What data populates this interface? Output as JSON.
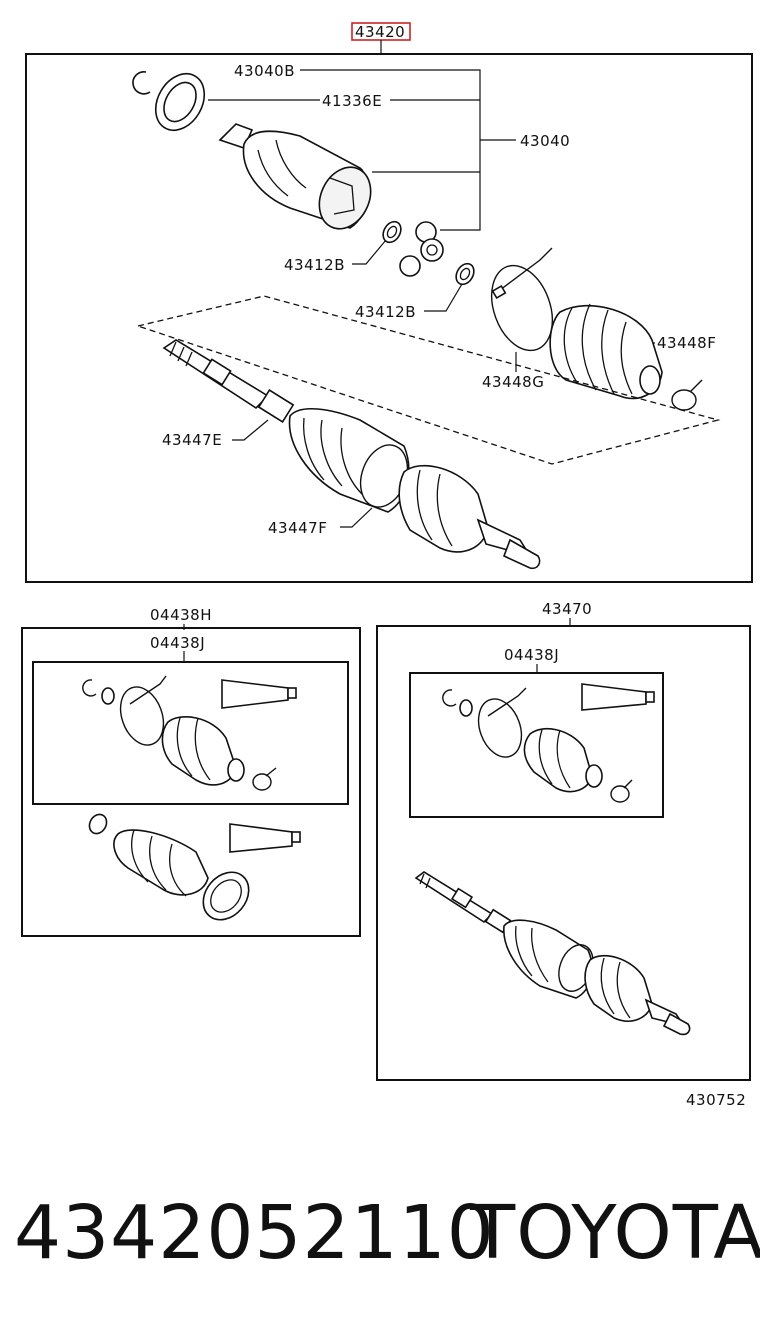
{
  "assembly": {
    "main_part_no": "43420",
    "highlight_color": "#cc2222"
  },
  "labels": {
    "l43040B": "43040B",
    "l41336E": "41336E",
    "l43040": "43040",
    "l43412B_a": "43412B",
    "l43412B_b": "43412B",
    "l43448F": "43448F",
    "l43448G": "43448G",
    "l43447E": "43447E",
    "l43447F": "43447F",
    "l04438H": "04438H",
    "l04438J_left": "04438J",
    "l43470": "43470",
    "l04438J_right": "04438J",
    "illustration_no": "430752"
  },
  "caption": {
    "part_number": "4342052110",
    "brand": "TOYOTA"
  }
}
